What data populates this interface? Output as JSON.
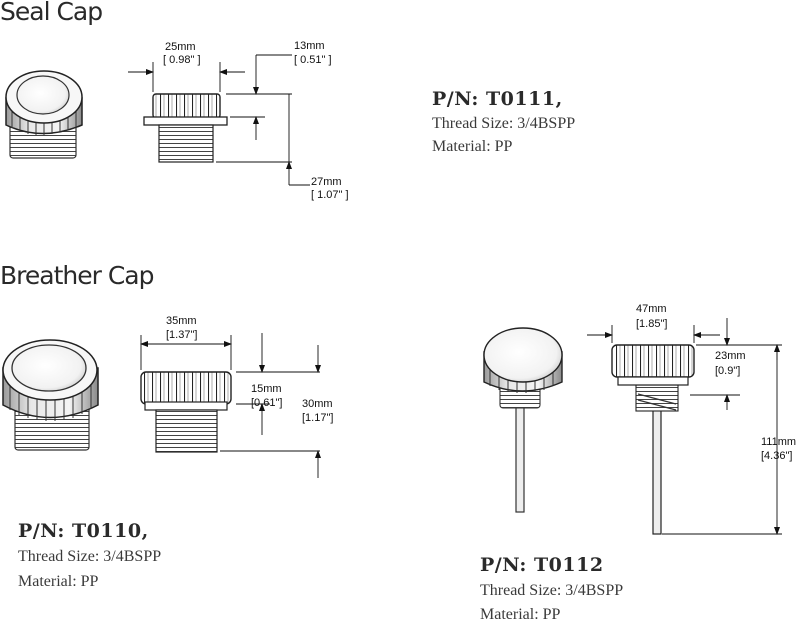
{
  "seal": {
    "title": "Seal Cap",
    "pn": "P/N: T0111,",
    "thread": "Thread Size: 3/4BSPP",
    "material": "Material: PP",
    "dims": {
      "width_mm": "25mm",
      "width_in": "[ 0.98\" ]",
      "cap_mm": "13mm",
      "cap_in": "[ 0.51\" ]",
      "height_mm": "27mm",
      "height_in": "[ 1.07\" ]"
    }
  },
  "breather": {
    "title": "Breather Cap",
    "t0110": {
      "pn": "P/N: T0110,",
      "thread": "Thread Size: 3/4BSPP",
      "material": "Material: PP",
      "dims": {
        "width_mm": "35mm",
        "width_in": "[1.37\"]",
        "cap_mm": "15mm",
        "cap_in": "[0.61\"]",
        "height_mm": "30mm",
        "height_in": "[1.17\"]"
      }
    },
    "t0112": {
      "pn": "P/N: T0112",
      "thread": "Thread Size: 3/4BSPP",
      "material": "Material: PP",
      "dims": {
        "width_mm": "47mm",
        "width_in": "[1.85\"]",
        "cap_mm": "23mm",
        "cap_in": "[0.9\"]",
        "height_mm": "111mm",
        "height_in": "[4.36\"]"
      }
    }
  }
}
